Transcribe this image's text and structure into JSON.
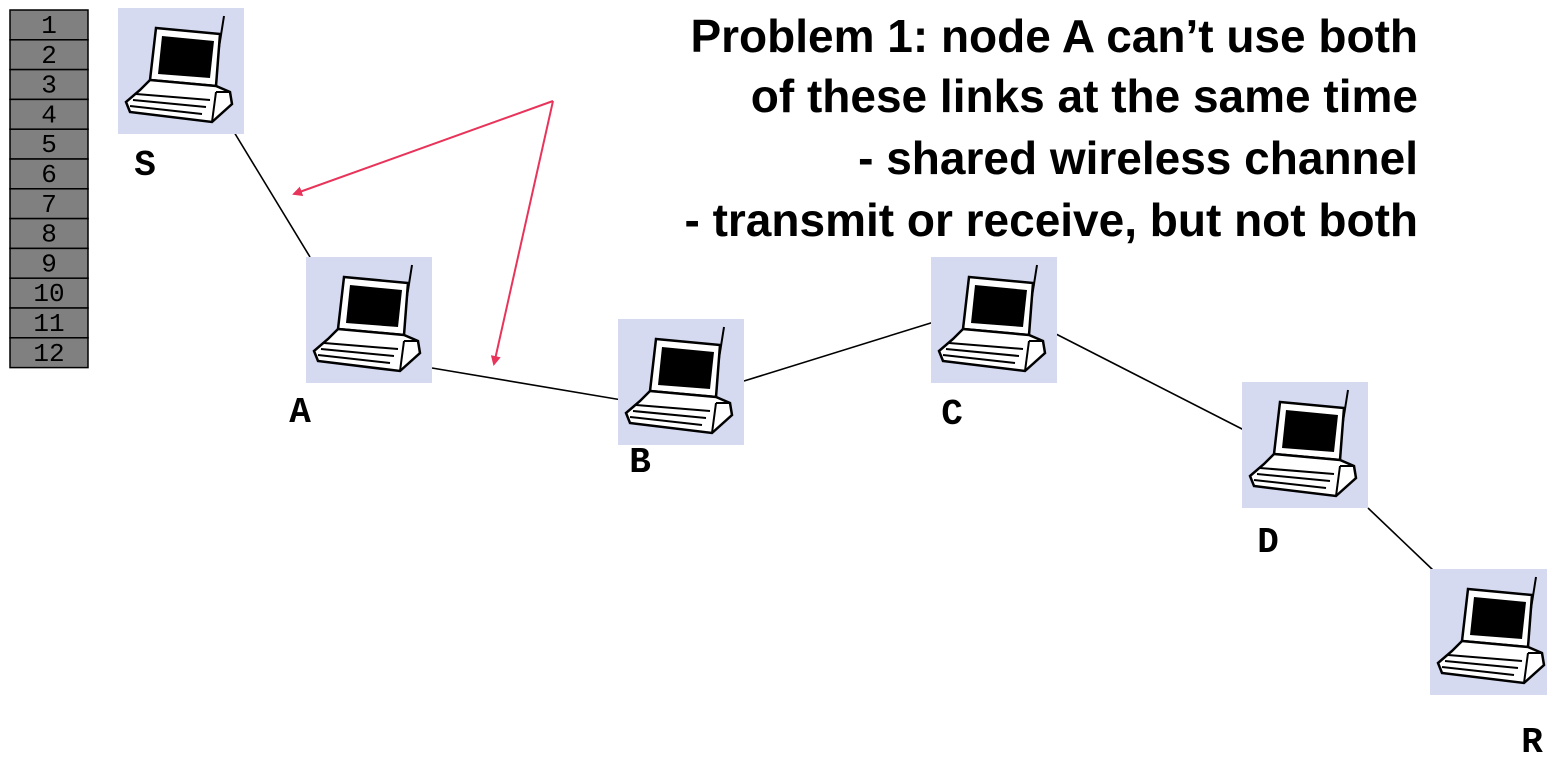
{
  "slots": [
    "1",
    "2",
    "3",
    "4",
    "5",
    "6",
    "7",
    "8",
    "9",
    "10",
    "11",
    "12"
  ],
  "nodes": [
    {
      "id": "S",
      "label": "S"
    },
    {
      "id": "A",
      "label": "A"
    },
    {
      "id": "B",
      "label": "B"
    },
    {
      "id": "C",
      "label": "C"
    },
    {
      "id": "D",
      "label": "D"
    },
    {
      "id": "R",
      "label": "R"
    }
  ],
  "links": [
    [
      "S",
      "A"
    ],
    [
      "A",
      "B"
    ],
    [
      "B",
      "C"
    ],
    [
      "C",
      "D"
    ],
    [
      "D",
      "R"
    ]
  ],
  "problem": {
    "lines": [
      "Problem 1: node A can’t use both",
      "of these links at the same time",
      "- shared wireless channel",
      "- transmit or receive, but not both"
    ]
  },
  "colors": {
    "node_bg": "#d5daf1",
    "arrow": "#e8345a",
    "slot_bg": "#808080",
    "link": "#000000"
  },
  "icons": {
    "node": "laptop-icon"
  }
}
